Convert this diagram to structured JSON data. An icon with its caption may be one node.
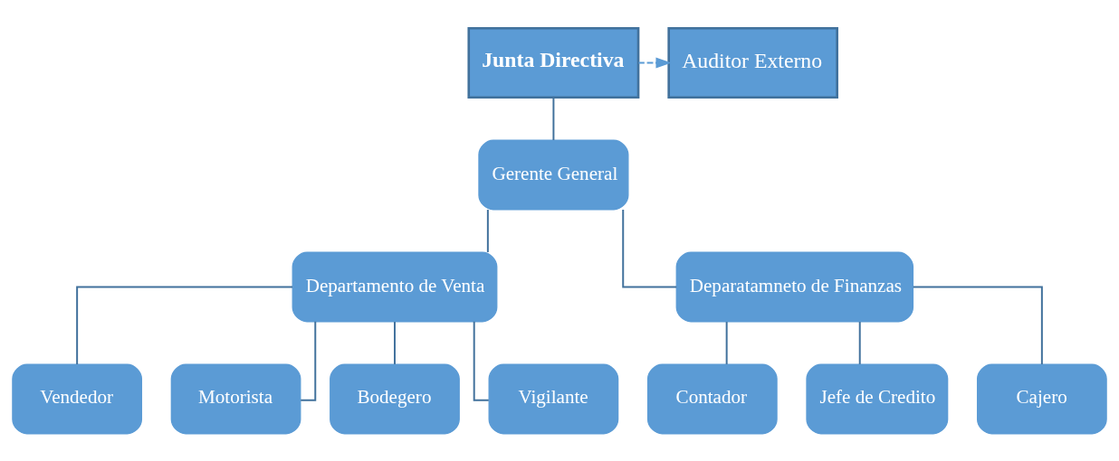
{
  "diagram": {
    "nodes": [
      {
        "text": [
          "Junta Directiva"
        ]
      },
      {
        "text": [
          "Auditor Externo"
        ]
      },
      {
        "text": [
          "Gerente General"
        ]
      },
      {
        "text": [
          "Departamento de Venta"
        ]
      },
      {
        "text": [
          "Deparatamneto de Finanzas"
        ]
      },
      {
        "text": [
          "Vendedor"
        ]
      },
      {
        "text": [
          "Motorista"
        ]
      },
      {
        "text": [
          "Bodegero"
        ]
      },
      {
        "text": [
          "Vigilante"
        ]
      },
      {
        "text": [
          "Contador"
        ]
      },
      {
        "text": [
          "Jefe de Credito"
        ]
      },
      {
        "text": [
          "Cajero"
        ]
      }
    ],
    "edges": [
      {
        "from": 0,
        "to": 2,
        "arrow": "none"
      },
      {
        "from": 0,
        "to": 1,
        "arrow": "to",
        "style": "dashed",
        "color": "#5b9bd5"
      },
      {
        "from": 2,
        "to": 3,
        "arrow": "none"
      },
      {
        "from": 2,
        "to": 4,
        "arrow": "none"
      },
      {
        "from": 3,
        "to": 5,
        "arrow": "none"
      },
      {
        "from": 3,
        "to": 6,
        "arrow": "none"
      },
      {
        "from": 3,
        "to": 7,
        "arrow": "none"
      },
      {
        "from": 3,
        "to": 8,
        "arrow": "none"
      },
      {
        "from": 4,
        "to": 9,
        "arrow": "none"
      },
      {
        "from": 4,
        "to": 10,
        "arrow": "none"
      },
      {
        "from": 4,
        "to": 11,
        "arrow": "none"
      }
    ]
  }
}
